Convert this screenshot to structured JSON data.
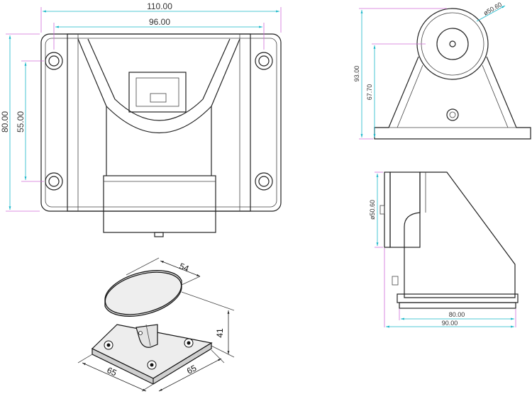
{
  "dimensions": {
    "front_width_overall": "110.00",
    "front_width_inner": "96.00",
    "front_height_overall": "80.00",
    "front_height_holes": "55.00",
    "side_height_overall": "93.00",
    "side_height_center": "67.70",
    "side_diameter": "ø50.60",
    "bottom_diameter": "ø50.60",
    "bottom_width_inner": "80.00",
    "bottom_width_overall": "90.00",
    "iso_diameter": "54",
    "iso_height": "41",
    "iso_base_left": "65",
    "iso_base_right": "65"
  }
}
